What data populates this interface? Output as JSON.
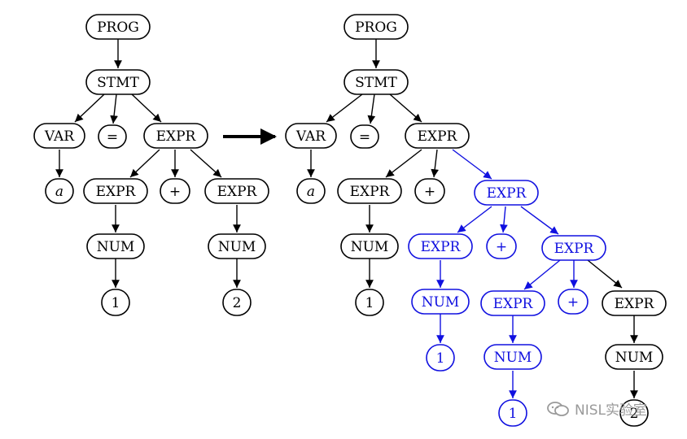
{
  "colors": {
    "black": "#000000",
    "blue": "#1010e0",
    "watermark": "#9a9a9a"
  },
  "left_tree": {
    "prog": "PROG",
    "stmt": "STMT",
    "var": "VAR",
    "eq": "=",
    "expr": "EXPR",
    "a": "a",
    "expr_l": "EXPR",
    "plus": "+",
    "expr_r": "EXPR",
    "num_l": "NUM",
    "num_r": "NUM",
    "one": "1",
    "two": "2"
  },
  "right_tree": {
    "prog": "PROG",
    "stmt": "STMT",
    "var": "VAR",
    "eq": "=",
    "expr": "EXPR",
    "a": "a",
    "expr_l": "EXPR",
    "plus": "+",
    "expr_r": "EXPR",
    "num_l": "NUM",
    "one_l": "1",
    "expr_rl": "EXPR",
    "plus_r": "+",
    "expr_rr": "EXPR",
    "num_rl": "NUM",
    "one_rl": "1",
    "expr_rrl": "EXPR",
    "plus_rr": "+",
    "expr_rrr": "EXPR",
    "num_rrl": "NUM",
    "one_rrl": "1",
    "num_rrr": "NUM",
    "two": "2"
  },
  "watermark": {
    "text": "NISL实验室",
    "icon": "wechat-icon"
  }
}
